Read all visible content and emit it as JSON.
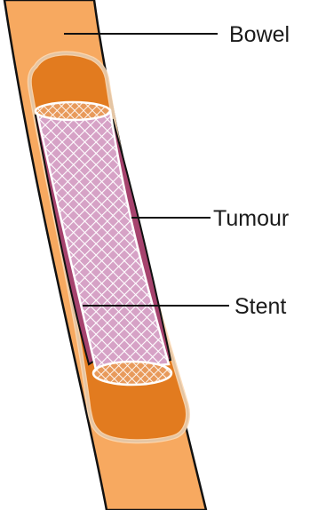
{
  "labels": {
    "bowel": "Bowel",
    "tumour": "Tumour",
    "stent": "Stent"
  },
  "colors": {
    "bowel_outer": "#F7A75F",
    "bowel_inner": "#E07A1E",
    "tumour": "#A6436E",
    "stent_mesh": "#FFFFFF",
    "stent_fill": "#D7A0C3",
    "outline": "#111111"
  }
}
